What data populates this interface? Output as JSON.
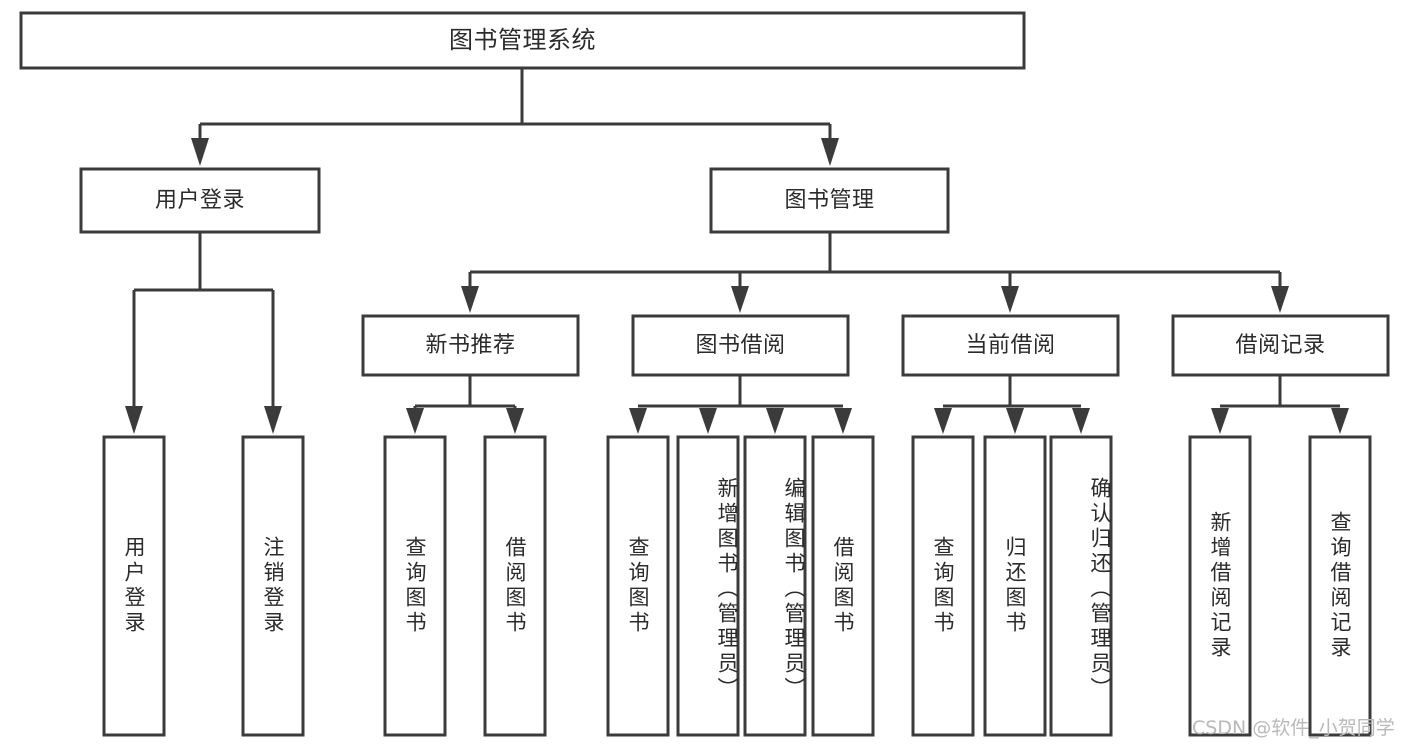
{
  "diagram": {
    "type": "hierarchy-tree",
    "title": "图书管理系统",
    "watermark": "CSDN @软件_小贺同学",
    "colors": {
      "box_stroke": "#3b3b3b",
      "box_fill": "#ffffff",
      "text": "#2b2b2b",
      "watermark": "#b9b9b9",
      "background": "#ffffff"
    },
    "root": {
      "id": "root",
      "label": "图书管理系统"
    },
    "level2": [
      {
        "id": "user-login",
        "label": "用户登录"
      },
      {
        "id": "book-management",
        "label": "图书管理"
      }
    ],
    "level3": [
      {
        "id": "new-book-recommend",
        "label": "新书推荐",
        "parent": "book-management"
      },
      {
        "id": "book-borrow",
        "label": "图书借阅",
        "parent": "book-management"
      },
      {
        "id": "current-borrow",
        "label": "当前借阅",
        "parent": "book-management"
      },
      {
        "id": "borrow-record",
        "label": "借阅记录",
        "parent": "book-management"
      }
    ],
    "leaves": [
      {
        "id": "leaf-user-login",
        "label": "用户登录",
        "parent": "user-login"
      },
      {
        "id": "leaf-logout",
        "label": "注销登录",
        "parent": "user-login"
      },
      {
        "id": "leaf-query-book-1",
        "label": "查询图书",
        "parent": "new-book-recommend"
      },
      {
        "id": "leaf-borrow-book-1",
        "label": "借阅图书",
        "parent": "new-book-recommend"
      },
      {
        "id": "leaf-query-book-2",
        "label": "查询图书",
        "parent": "book-borrow"
      },
      {
        "id": "leaf-add-book",
        "label": "新增图书（管理员）",
        "parent": "book-borrow"
      },
      {
        "id": "leaf-edit-book",
        "label": "编辑图书（管理员）",
        "parent": "book-borrow"
      },
      {
        "id": "leaf-borrow-book-2",
        "label": "借阅图书",
        "parent": "book-borrow"
      },
      {
        "id": "leaf-query-book-3",
        "label": "查询图书",
        "parent": "current-borrow"
      },
      {
        "id": "leaf-return-book",
        "label": "归还图书",
        "parent": "current-borrow"
      },
      {
        "id": "leaf-confirm-return",
        "label": "确认归还（管理员）",
        "parent": "current-borrow"
      },
      {
        "id": "leaf-add-record",
        "label": "新增借阅记录",
        "parent": "borrow-record"
      },
      {
        "id": "leaf-query-record",
        "label": "查询借阅记录",
        "parent": "borrow-record"
      }
    ]
  }
}
